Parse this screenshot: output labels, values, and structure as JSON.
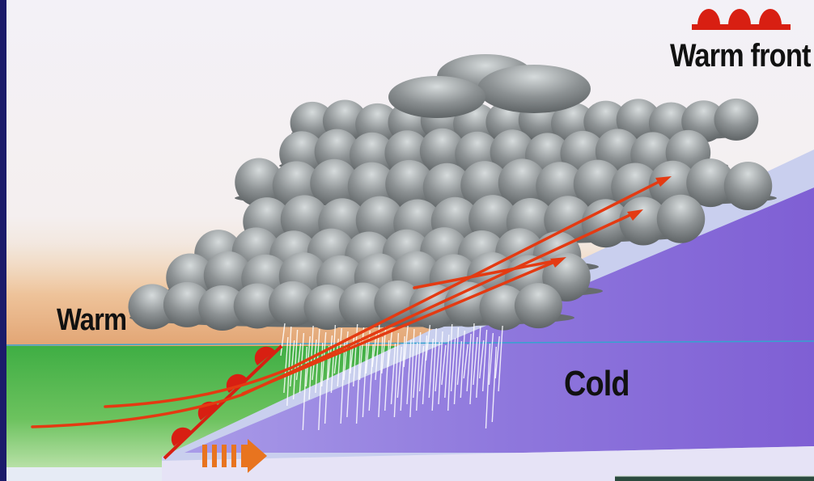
{
  "diagram": {
    "labels": {
      "warm": "Warm",
      "cold": "Cold"
    },
    "legend": {
      "title": "Warm front",
      "symbol": "warm-front-semicircles-icon"
    },
    "colors": {
      "warm_air": "#e8b98c",
      "cold_air": "#8f78dd",
      "cold_wedge_light": "#c6cdf2",
      "ground": "#4fb54a",
      "cloud": "#7e8385",
      "arrow": "#e43a12",
      "front_symbol": "#d81f12",
      "movement_arrow": "#e8741f",
      "rain": "#ffffff",
      "border": "#1b1b6a"
    }
  }
}
